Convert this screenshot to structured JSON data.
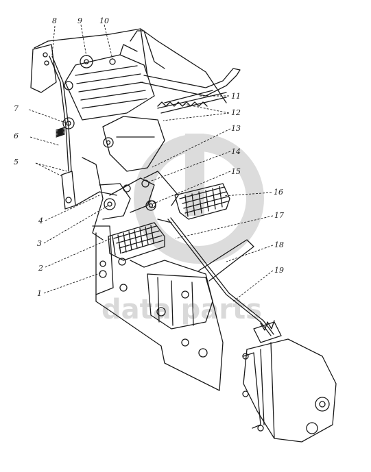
{
  "colors": {
    "ink": "#1a1a1a",
    "watermark": "#d9d9d9",
    "background": "#ffffff"
  },
  "watermark": {
    "text": "data parts",
    "icon": "d-logo-icon"
  },
  "callouts": [
    {
      "id": "c1",
      "label": "1"
    },
    {
      "id": "c2",
      "label": "2"
    },
    {
      "id": "c3",
      "label": "3"
    },
    {
      "id": "c4",
      "label": "4"
    },
    {
      "id": "c5",
      "label": "5"
    },
    {
      "id": "c6",
      "label": "6"
    },
    {
      "id": "c7",
      "label": "7"
    },
    {
      "id": "c8",
      "label": "8"
    },
    {
      "id": "c9",
      "label": "9"
    },
    {
      "id": "c10",
      "label": "10"
    },
    {
      "id": "c11",
      "label": "11"
    },
    {
      "id": "c12",
      "label": "12"
    },
    {
      "id": "c13",
      "label": "13"
    },
    {
      "id": "c14",
      "label": "14"
    },
    {
      "id": "c15",
      "label": "15"
    },
    {
      "id": "c16",
      "label": "16"
    },
    {
      "id": "c17",
      "label": "17"
    },
    {
      "id": "c18",
      "label": "18"
    },
    {
      "id": "c19",
      "label": "19"
    }
  ]
}
